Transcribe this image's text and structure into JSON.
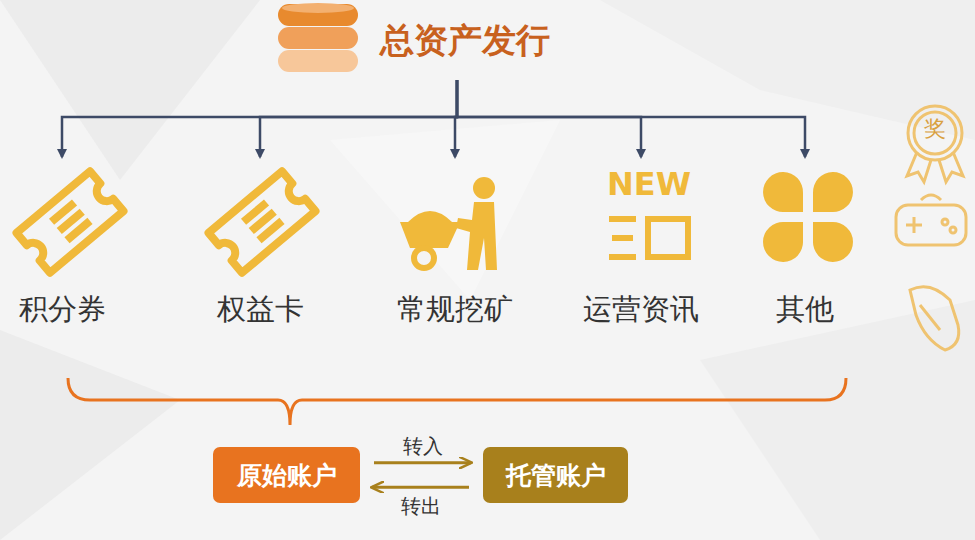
{
  "diagram": {
    "nodes": [
      {
        "text": [
          "总资产发行"
        ]
      },
      {
        "text": [
          "积分券"
        ]
      },
      {
        "text": [
          "权益卡"
        ]
      },
      {
        "text": [
          "常规挖矿"
        ]
      },
      {
        "text": [
          "运营资讯"
        ]
      },
      {
        "text": [
          "其他"
        ]
      },
      {
        "text": [
          "原始账户"
        ]
      },
      {
        "text": [
          "托管账户"
        ]
      }
    ],
    "edges": [
      {
        "from": 0,
        "to": 1,
        "arrow": "to"
      },
      {
        "from": 0,
        "to": 2,
        "arrow": "to"
      },
      {
        "from": 0,
        "to": 3,
        "arrow": "to"
      },
      {
        "from": 0,
        "to": 4,
        "arrow": "to"
      },
      {
        "from": 0,
        "to": 5,
        "arrow": "to"
      },
      {
        "from": 6,
        "to": 7,
        "label": "转入",
        "arrow": "to"
      },
      {
        "from": 7,
        "to": 6,
        "label": "转出",
        "arrow": "to"
      }
    ],
    "labels": [
      "NEW",
      "奖"
    ]
  }
}
